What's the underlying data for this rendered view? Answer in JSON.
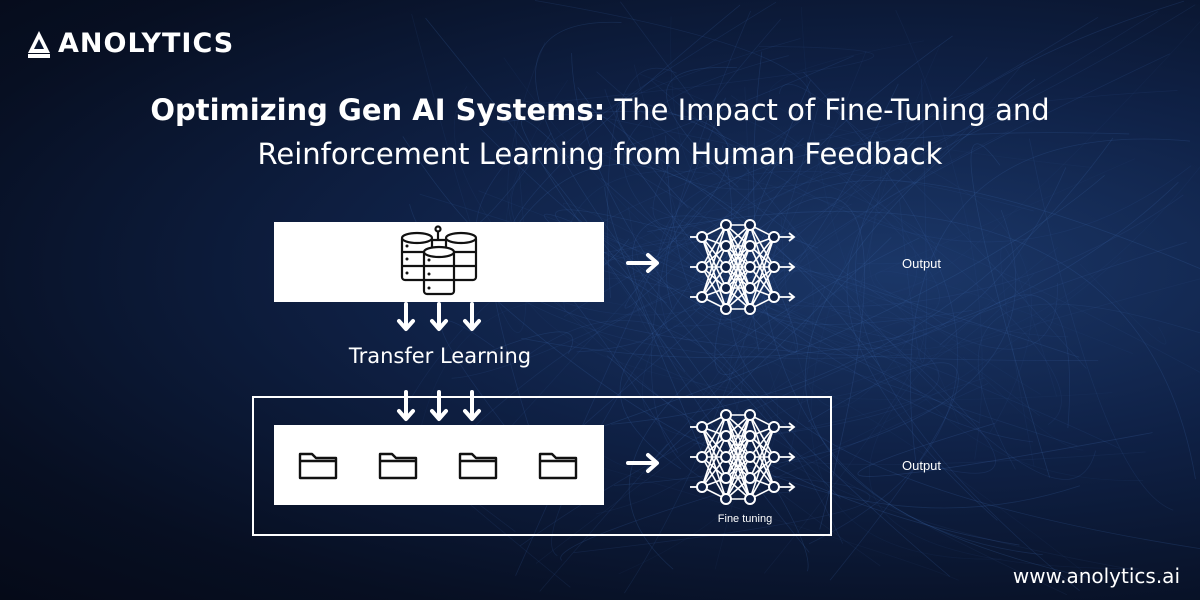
{
  "brand": {
    "name": "ANOLYTICS",
    "website": "www.anolytics.ai"
  },
  "title": {
    "bold_part": "Optimizing Gen AI Systems:",
    "line1_rest": " The Impact of Fine-Tuning and",
    "line2": "Reinforcement Learning from Human Feedback"
  },
  "diagram": {
    "transfer_label": "Transfer Learning",
    "output_top": "Output",
    "output_bottom": "Output",
    "fine_tuning_label": "Fine tuning"
  },
  "icons": [
    "logo-icon",
    "database-icon",
    "neural-network-icon",
    "folder-icon",
    "arrow-right-icon",
    "arrow-down-icon"
  ]
}
